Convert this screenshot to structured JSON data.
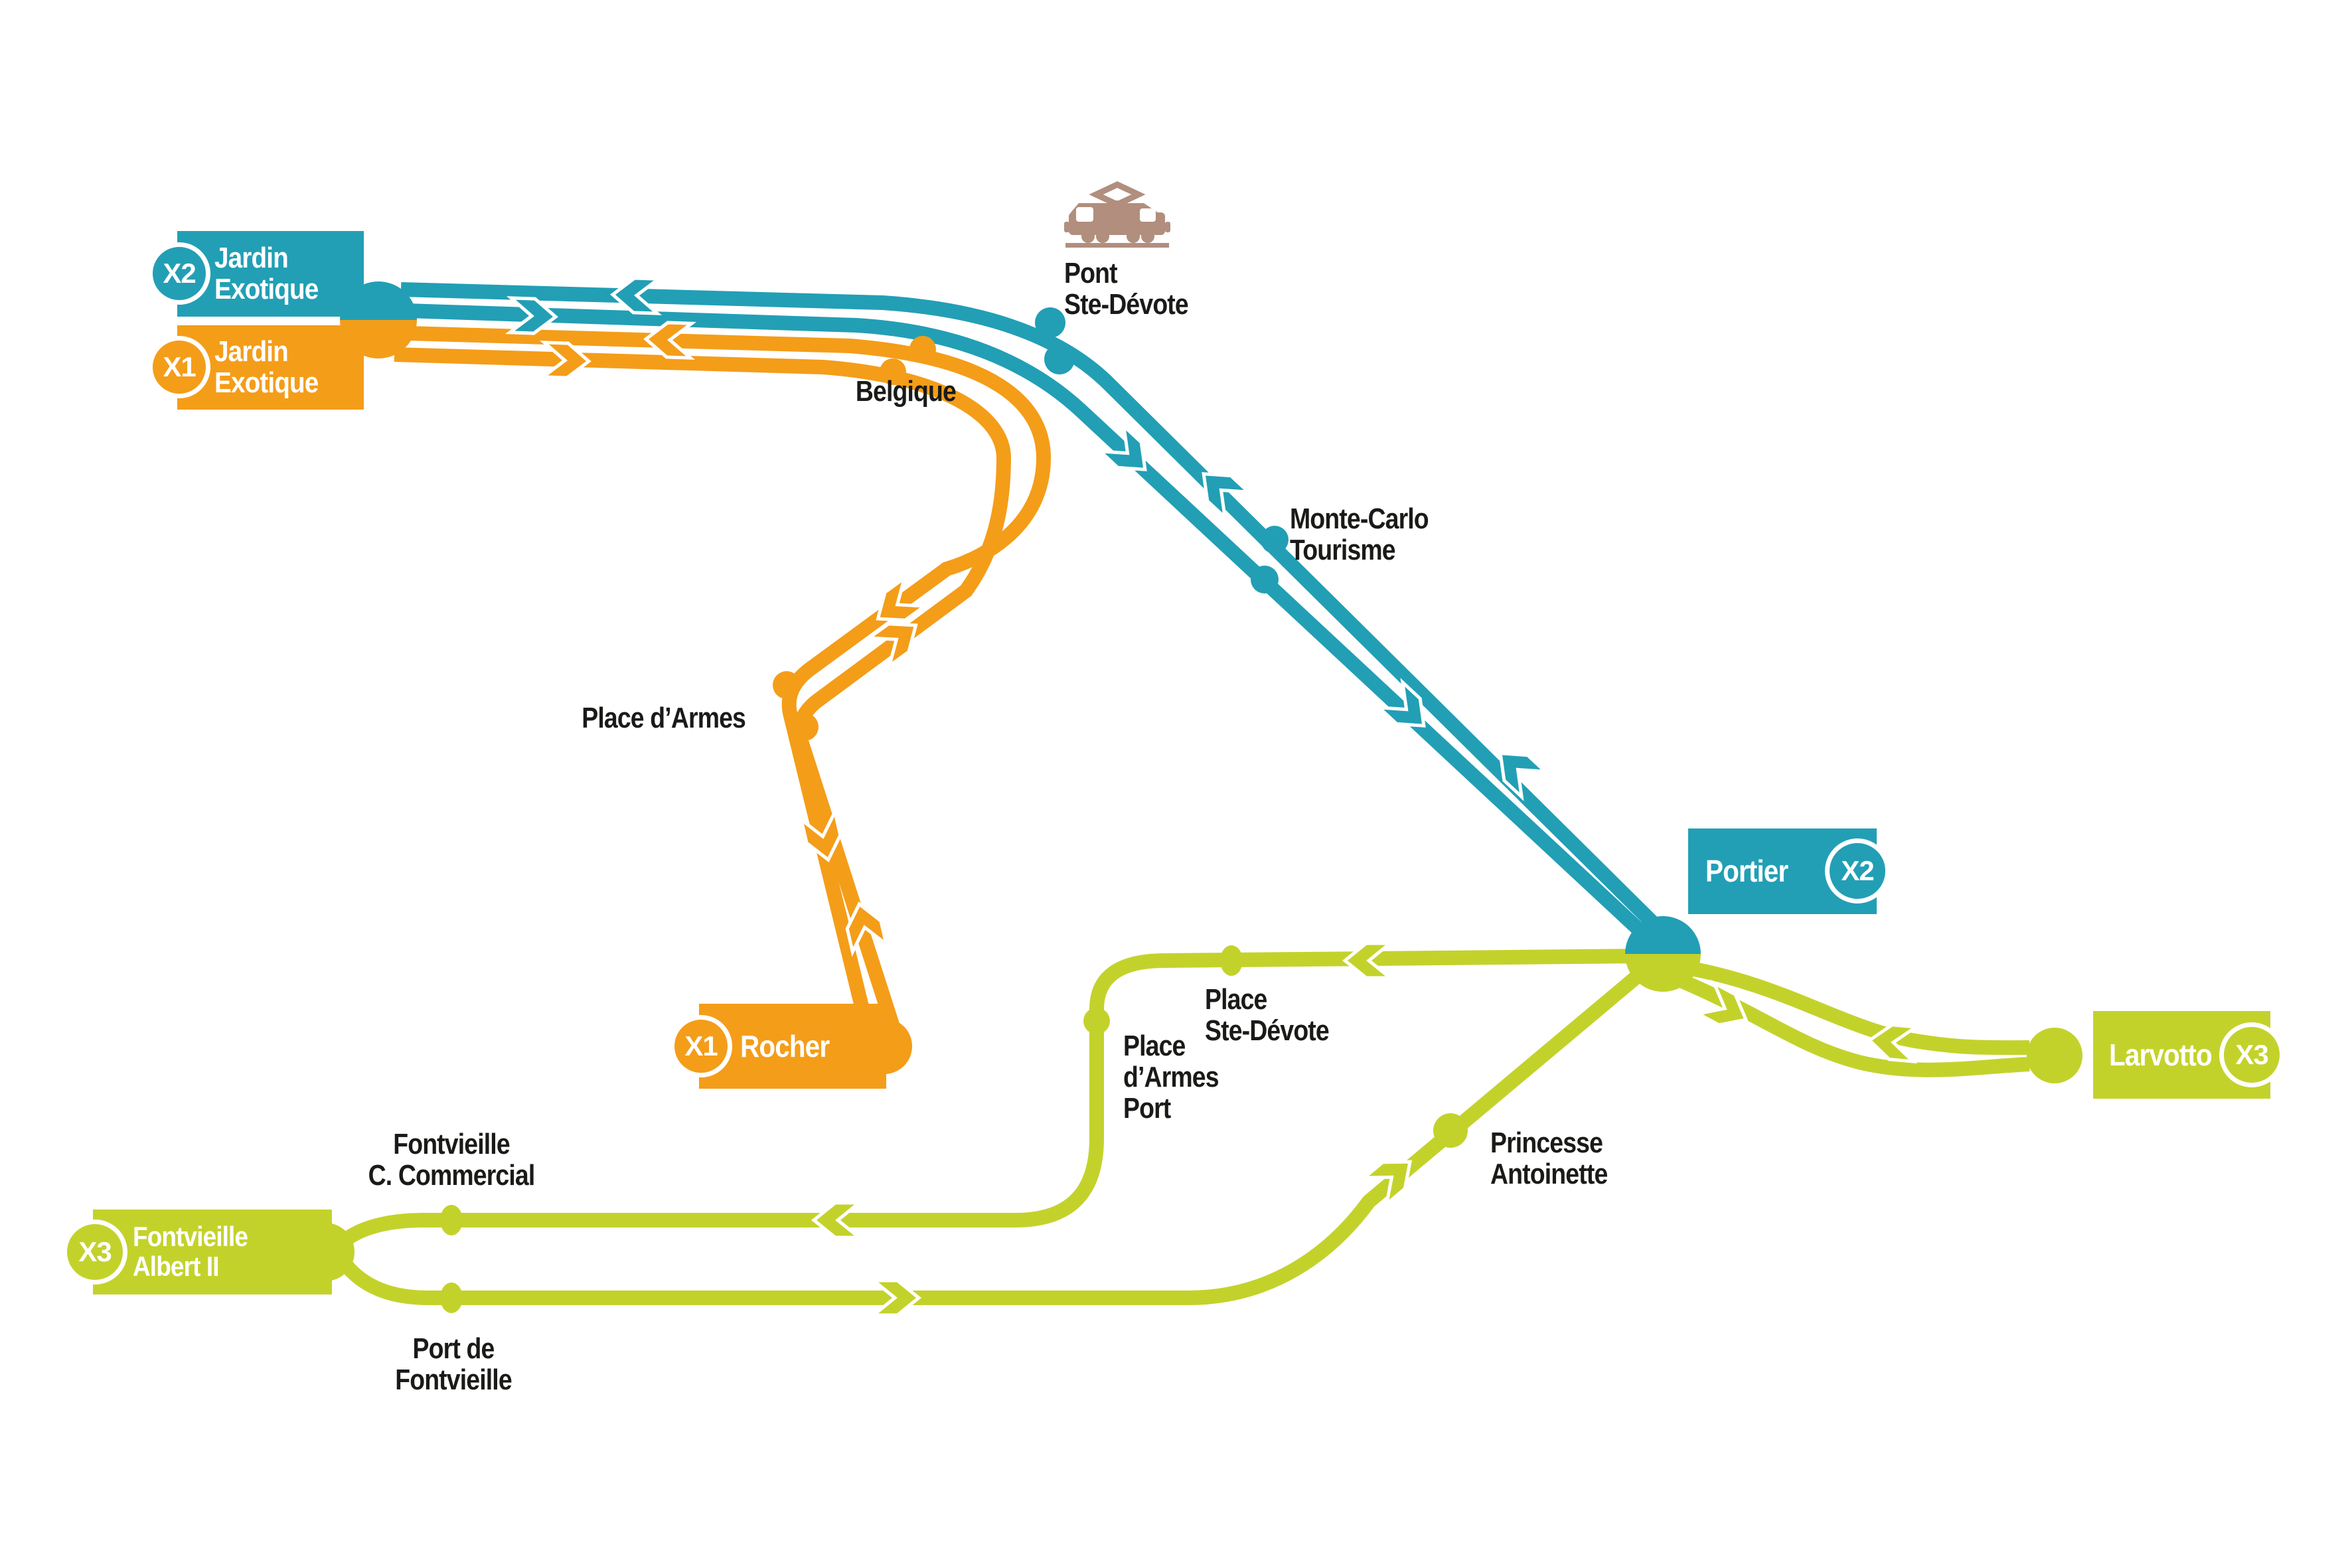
{
  "colors": {
    "teal": "#229FB5",
    "orange": "#F49D19",
    "green": "#C3D22B",
    "tram_brown": "#B18E7D",
    "label_text": "#1A1A18",
    "background": "#FFFFFF"
  },
  "routes": {
    "x1": {
      "badge": "X1",
      "color": "#F49D19",
      "terminus_a": "Jardin\nExotique",
      "terminus_b": "Rocher"
    },
    "x2": {
      "badge": "X2",
      "color": "#229FB5",
      "terminus_a": "Jardin\nExotique",
      "terminus_b": "Portier"
    },
    "x3": {
      "badge": "X3",
      "color": "#C3D22B",
      "terminus_a": "Fontvieille\nAlbert II",
      "terminus_b": "Larvotto"
    }
  },
  "stops": {
    "belgique": "Belgique",
    "pont_ste_devote": "Pont\nSte-Dévote",
    "monte_carlo_tourisme": "Monte-Carlo\nTourisme",
    "place_darmes": "Place d’Armes",
    "place_darmes_port": "Place\nd’Armes\nPort",
    "place_ste_devote": "Place\nSte-Dévote",
    "princesse_antoinette": "Princesse\nAntoinette",
    "fontvieille_c_commercial": "Fontvieille\nC. Commercial",
    "port_de_fontvieille": "Port de\nFontvieille"
  }
}
